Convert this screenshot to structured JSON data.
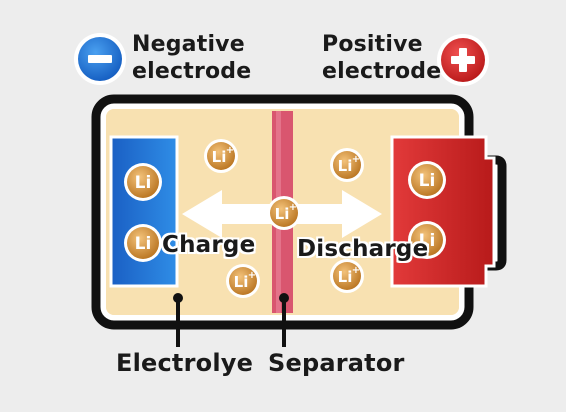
{
  "labels": {
    "negative_line1": "Negative",
    "negative_line2": "electrode",
    "positive_line1": "Positive",
    "positive_line2": "electrode",
    "charge": "Charge",
    "discharge": "Discharge",
    "electrolyte": "Electrolye",
    "separator": "Separator"
  },
  "ion": {
    "symbol": "Li",
    "charge_sign": "+"
  },
  "icons": {
    "negative": "minus-circle-icon",
    "positive": "plus-circle-icon",
    "arrow": "double-arrow-icon"
  },
  "colors": {
    "negative_electrode": "#1f6fd0",
    "positive_electrode": "#d62a2a",
    "electrolyte": "#f7dca5",
    "separator": "#d9566f",
    "ion": "#c9842f",
    "outline": "#111111"
  }
}
